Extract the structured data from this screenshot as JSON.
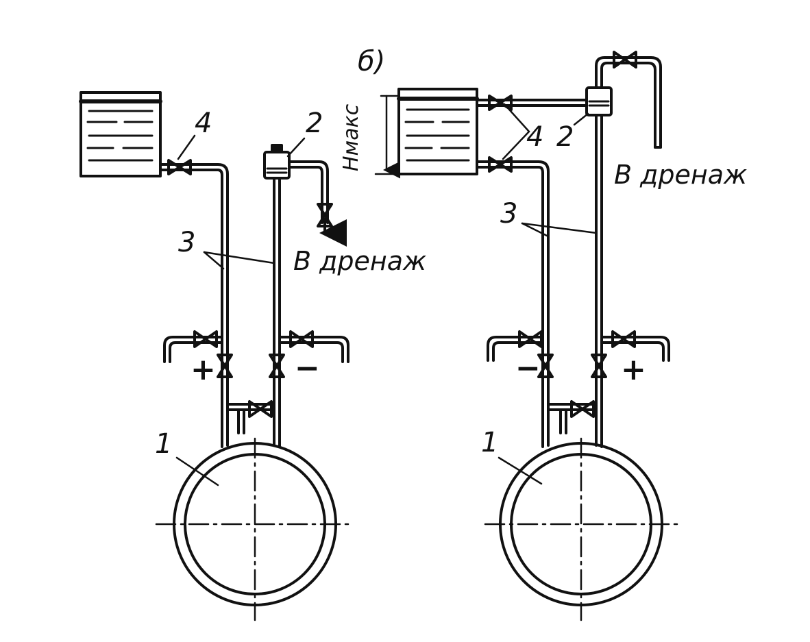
{
  "colors": {
    "ink": "#111111",
    "paper": "#ffffff"
  },
  "panel_a": {
    "label_vessel": "1",
    "label_condenser": "2",
    "label_lines": "3",
    "label_valve": "4",
    "plus_sign": "+",
    "minus_sign": "−",
    "drain_text": "В дренаж"
  },
  "panel_b": {
    "panel_letter": "б)",
    "level_label": "Hмакс",
    "label_vessel": "1",
    "label_condenser": "2",
    "label_lines": "3",
    "label_valve": "4",
    "plus_sign": "+",
    "minus_sign": "−",
    "drain_text": "В дренаж"
  }
}
